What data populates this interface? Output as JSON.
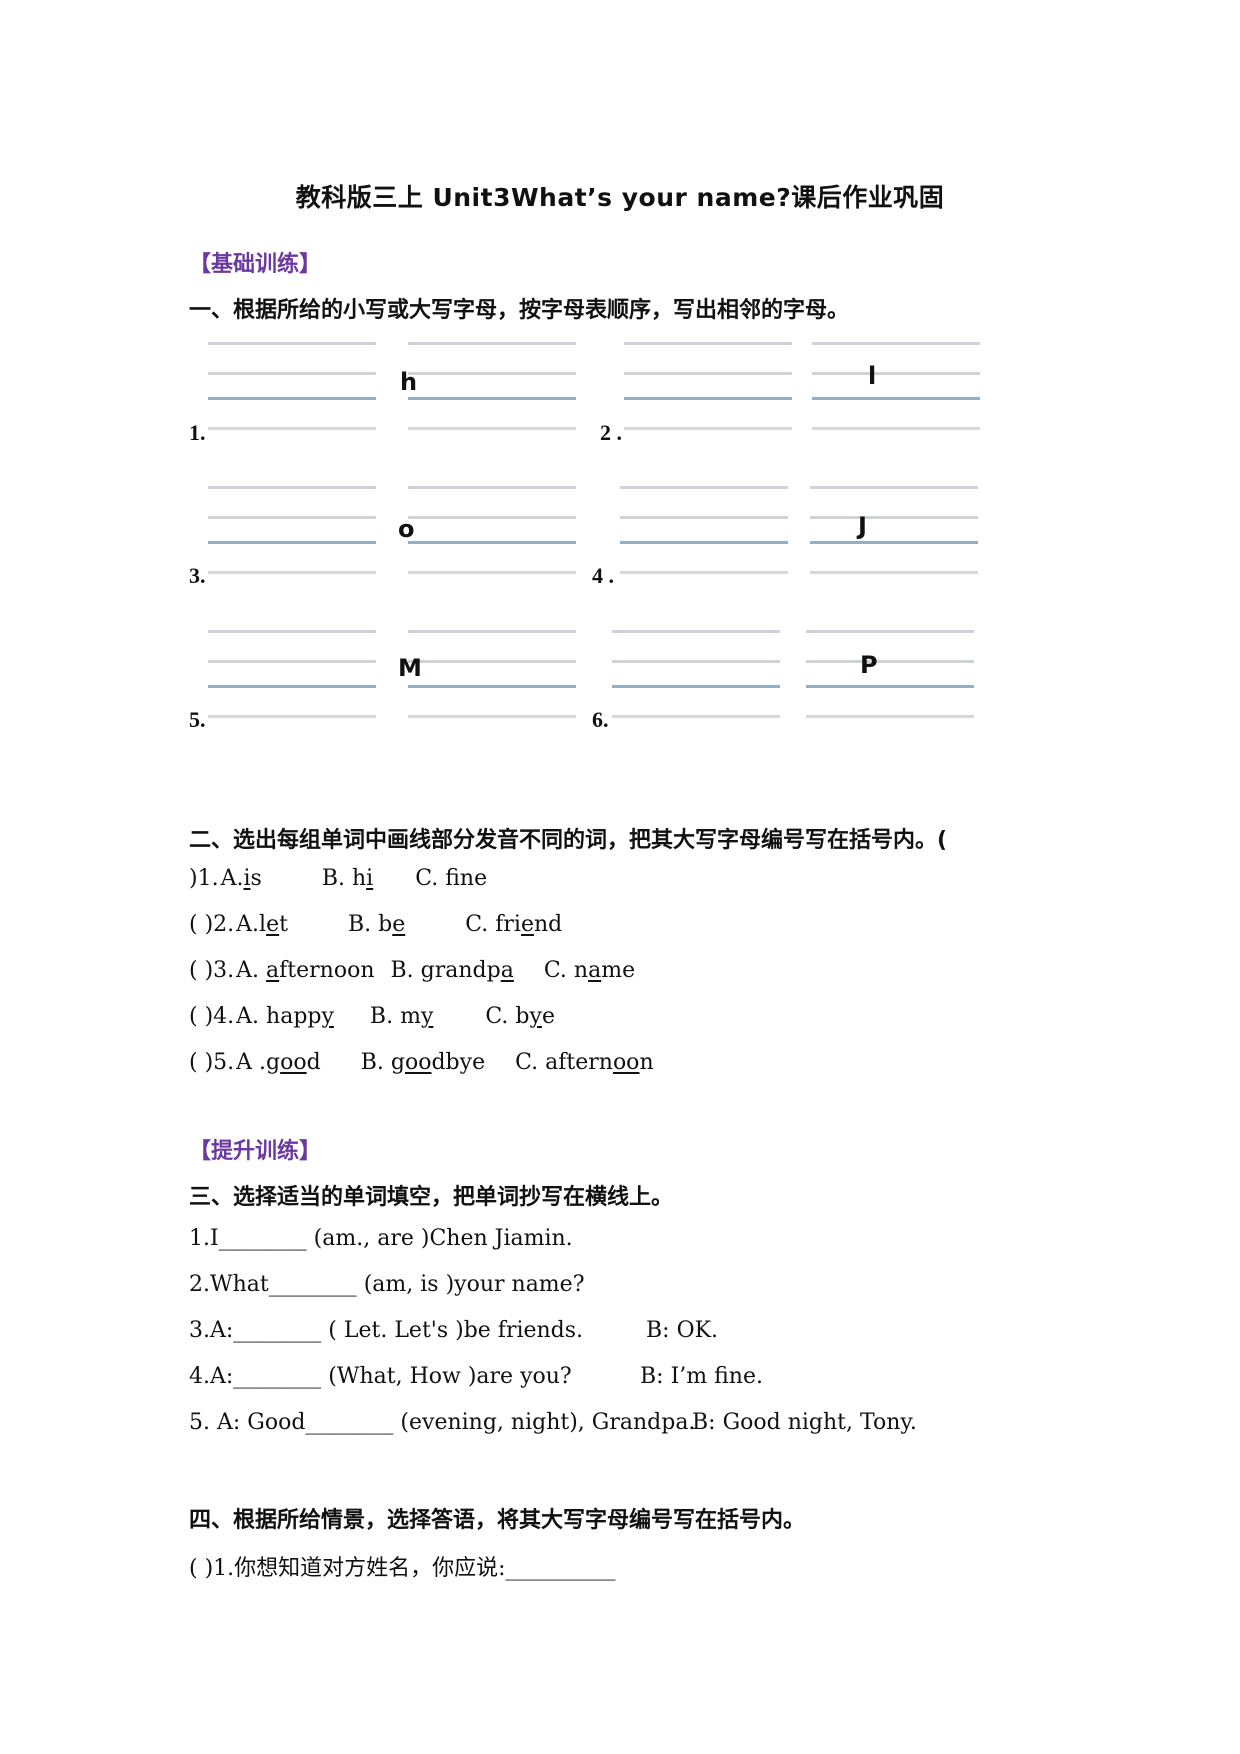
{
  "title": "教科版三上 Unit3What’s your name?课后作业巩固",
  "section1_tag": "【基础训练】",
  "q1": {
    "heading": "一、根据所给的小写或大写字母，按字母表顺序，写出相邻的字母。",
    "items": [
      {
        "num": "1.",
        "letter": "h"
      },
      {
        "num": "2 .",
        "letter": "l"
      },
      {
        "num": "3.",
        "letter": "o"
      },
      {
        "num": "4 .",
        "letter": "J"
      },
      {
        "num": "5.",
        "letter": "M"
      },
      {
        "num": "6.",
        "letter": "P"
      }
    ]
  },
  "q2": {
    "heading": "二、选出每组单词中画线部分发音不同的词，把其大写字母编号写在括号内。(",
    "rows": [
      {
        "prefix": ")1.",
        "a_pre": "A.",
        "a_u": "i",
        "a_post": "s",
        "b_pre": "B. h",
        "b_u": "i",
        "b_post": "",
        "c_pre": "C. f",
        "c_u": "i",
        "c_post": "ne"
      },
      {
        "prefix": "(    )2.",
        "a_pre": "A.l",
        "a_u": "e",
        "a_post": "t",
        "b_pre": "B. b",
        "b_u": "e",
        "b_post": "",
        "c_pre": "C. fri",
        "c_u": "e",
        "c_post": "nd"
      },
      {
        "prefix": "(    )3.",
        "a_pre": "A. ",
        "a_u": "a",
        "a_post": "fternoon",
        "b_pre": "B. grandp",
        "b_u": "a",
        "b_post": "",
        "c_pre": "C. n",
        "c_u": "a",
        "c_post": "me"
      },
      {
        "prefix": "(    )4.",
        "a_pre": "A. happ",
        "a_u": "y",
        "a_post": "",
        "b_pre": "B. m",
        "b_u": "y",
        "b_post": "",
        "c_pre": "C. b",
        "c_u": "y",
        "c_post": "e"
      },
      {
        "prefix": "(    )5.",
        "a_pre": "A .g",
        "a_u": "oo",
        "a_post": "d",
        "b_pre": "B. g",
        "b_u": "oo",
        "b_post": "dbye",
        "c_pre": "C. aftern",
        "c_u": "oo",
        "c_post": "n"
      }
    ]
  },
  "section2_tag": "【提升训练】",
  "q3": {
    "heading": "三、选择适当的单词填空，把单词抄写在横线上。",
    "lines": [
      {
        "left": "1.I________ (am., are )Chen Jiamin.",
        "right": ""
      },
      {
        "left": "2.What________  (am, is )your name?",
        "right": ""
      },
      {
        "left": "3.A:________ ( Let. Let's )be friends.",
        "right": "B: OK."
      },
      {
        "left": "4.A:________  (What, How )are you?",
        "right": "B: I’m fine."
      },
      {
        "left": "5. A: Good________  (evening, night), Grandpa.",
        "right": "B: Good night, Tony."
      }
    ]
  },
  "q4": {
    "heading": "四、根据所给情景，选择答语，将其大写字母编号写在括号内。",
    "line1": "(    )1.你想知道对方姓名，你应说:__________"
  }
}
